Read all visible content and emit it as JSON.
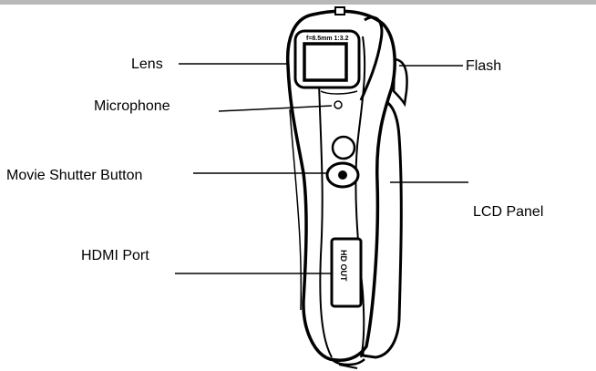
{
  "labels": {
    "lens": "Lens",
    "flash": "Flash",
    "microphone": "Microphone",
    "movie_shutter_button": "Movie Shutter Button",
    "lcd_panel": "LCD Panel",
    "hdmi_port": "HDMI Port"
  },
  "device_markings": {
    "lens_spec": "f=8.5mm 1:3.2",
    "hdmi_port_marking": "HD OUT"
  },
  "colors": {
    "line": "#000000",
    "background": "#ffffff",
    "top_bar": "#b8b8b8"
  }
}
